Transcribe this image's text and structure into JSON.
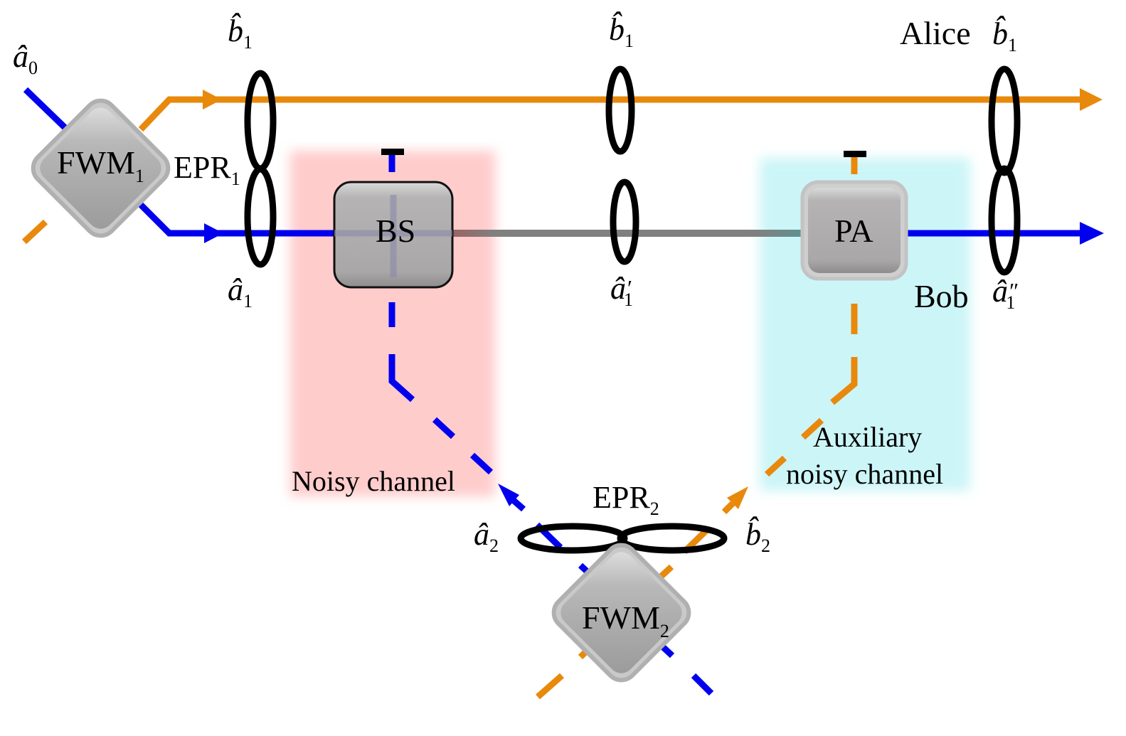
{
  "colors": {
    "orange": "#E8890C",
    "blue": "#0000EE",
    "gray_channel": "#808080",
    "noisy_region": "#FFCCCC",
    "aux_region": "#CCF5F7",
    "component_fill": "#ABABAB",
    "ellipse": "#000000"
  },
  "components": {
    "fwm1": {
      "label": "FWM",
      "sub": "1"
    },
    "fwm2": {
      "label": "FWM",
      "sub": "2"
    },
    "bs": {
      "label": "BS"
    },
    "pa": {
      "label": "PA"
    }
  },
  "labels": {
    "epr1": {
      "text": "EPR",
      "sub": "1"
    },
    "epr2": {
      "text": "EPR",
      "sub": "2"
    },
    "alice": "Alice",
    "bob": "Bob",
    "noisy_channel": "Noisy channel",
    "aux_line1": "Auxiliary",
    "aux_line2": "noisy channel"
  },
  "modes": {
    "a0": {
      "base": "â",
      "sub": "0",
      "prime": ""
    },
    "b1_left": {
      "base": "b̂",
      "sub": "1",
      "prime": ""
    },
    "a1_left": {
      "base": "â",
      "sub": "1",
      "prime": ""
    },
    "b1_mid": {
      "base": "b̂",
      "sub": "1",
      "prime": ""
    },
    "a1_prime": {
      "base": "â",
      "sub": "1",
      "prime": "′"
    },
    "b1_right": {
      "base": "b̂",
      "sub": "1",
      "prime": ""
    },
    "a1_dprime": {
      "base": "â",
      "sub": "1",
      "prime": "″"
    },
    "a2": {
      "base": "â",
      "sub": "2",
      "prime": ""
    },
    "b2": {
      "base": "b̂",
      "sub": "2",
      "prime": ""
    }
  }
}
